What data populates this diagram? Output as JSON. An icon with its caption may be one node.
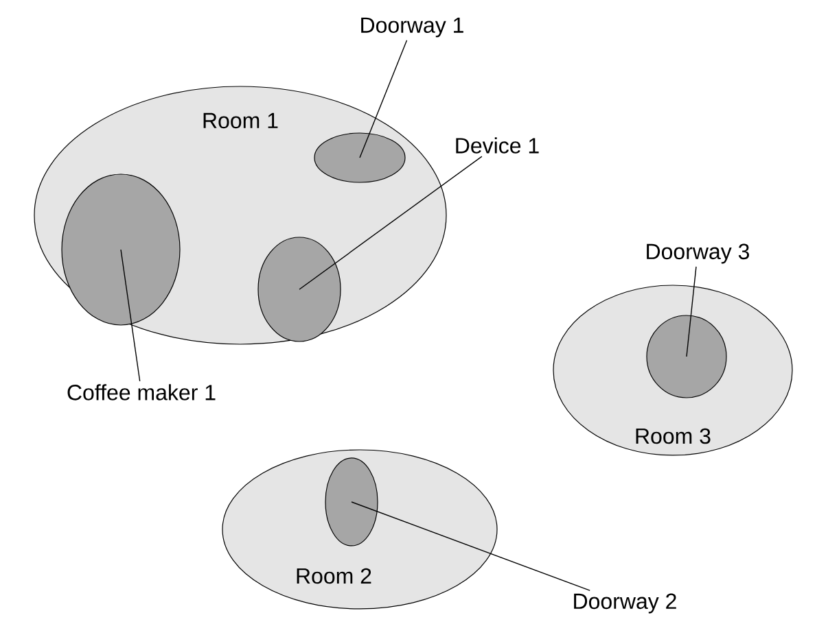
{
  "diagram": {
    "nodes": [
      {
        "text": [
          "Room 1"
        ]
      },
      {
        "text": [],
        "shape": "ellipse",
        "in": 0
      },
      {
        "text": [],
        "shape": "ellipse",
        "in": 0
      },
      {
        "text": [],
        "shape": "ellipse",
        "in": 0
      },
      {
        "text": [
          "Room 3"
        ]
      },
      {
        "text": [],
        "shape": "ellipse",
        "in": 4
      },
      {
        "text": [
          "Room 2"
        ]
      },
      {
        "text": [],
        "shape": "ellipse",
        "in": 6
      },
      {
        "text": [
          "Doorway 1"
        ]
      },
      {
        "text": [
          "Device 1"
        ]
      },
      {
        "text": [
          "Doorway 3"
        ]
      },
      {
        "text": [
          "Coffee maker 1"
        ]
      },
      {
        "text": [
          "Doorway 2"
        ]
      }
    ],
    "edges": [
      {
        "from": 8,
        "to": 3,
        "arrow": "none"
      },
      {
        "from": 9,
        "to": 2,
        "arrow": "none"
      },
      {
        "from": 10,
        "to": 5,
        "arrow": "none"
      },
      {
        "from": 11,
        "to": 1,
        "arrow": "none"
      },
      {
        "from": 12,
        "to": 7,
        "arrow": "none"
      }
    ]
  }
}
